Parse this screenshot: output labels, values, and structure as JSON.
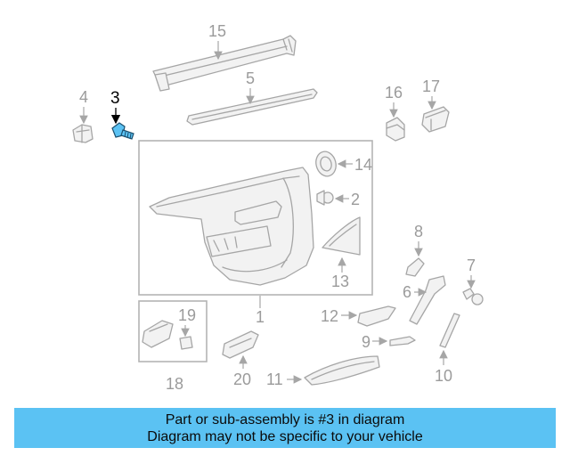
{
  "callouts": {
    "c1": "1",
    "c2": "2",
    "c3": "3",
    "c4": "4",
    "c5": "5",
    "c6": "6",
    "c7": "7",
    "c8": "8",
    "c9": "9",
    "c10": "10",
    "c11": "11",
    "c12": "12",
    "c13": "13",
    "c14": "14",
    "c15": "15",
    "c16": "16",
    "c17": "17",
    "c18": "18",
    "c19": "19",
    "c20": "20"
  },
  "highlight": {
    "part_number": "3",
    "color": "#5bc2f3"
  },
  "banner": {
    "line1": "Part or sub-assembly is #3 in diagram",
    "line2": "Diagram may not be specific to your vehicle",
    "background": "#5bc2f3"
  }
}
